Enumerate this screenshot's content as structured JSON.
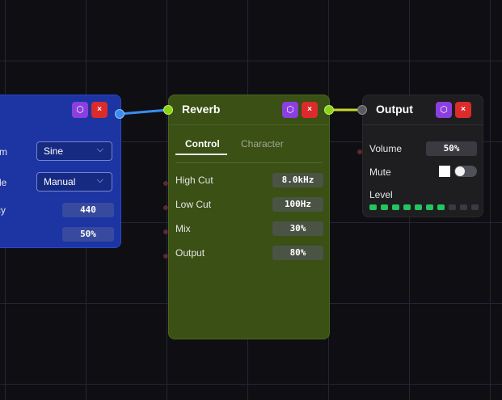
{
  "oscillator": {
    "rows": [
      {
        "label": "rm",
        "type": "select",
        "value": "Sine"
      },
      {
        "label": "de",
        "type": "select",
        "value": "Manual"
      },
      {
        "label": "cy",
        "type": "value",
        "value": "440"
      },
      {
        "label": "",
        "type": "value",
        "value": "50%"
      }
    ]
  },
  "reverb": {
    "title": "Reverb",
    "tabs": [
      {
        "label": "Control",
        "active": true
      },
      {
        "label": "Character",
        "active": false
      }
    ],
    "params": [
      {
        "label": "High Cut",
        "value": "8.0kHz"
      },
      {
        "label": "Low Cut",
        "value": "100Hz"
      },
      {
        "label": "Mix",
        "value": "30%"
      },
      {
        "label": "Output",
        "value": "80%"
      }
    ]
  },
  "output": {
    "title": "Output",
    "volume_label": "Volume",
    "volume_value": "50%",
    "mute_label": "Mute",
    "mute_on": false,
    "level_label": "Level",
    "level_segments_total": 10,
    "level_segments_lit": 7
  },
  "header_buttons": {
    "cube_glyph": "⬡",
    "close_glyph": "×"
  },
  "colors": {
    "oscillator_node": "#1d34a3",
    "reverb_node": "#3a5014",
    "output_node": "#1e1e20",
    "wire_blue": "#3b8cf0",
    "wire_yellow": "#c8d82a",
    "port_blue": "#3b8cf0",
    "port_green": "#8ad11a",
    "port_gray": "#5a5a60",
    "led_on": "#22c55e",
    "led_off": "#3a3a40",
    "cube_button": "#8b3fe0",
    "close_button": "#dc2b2b"
  }
}
